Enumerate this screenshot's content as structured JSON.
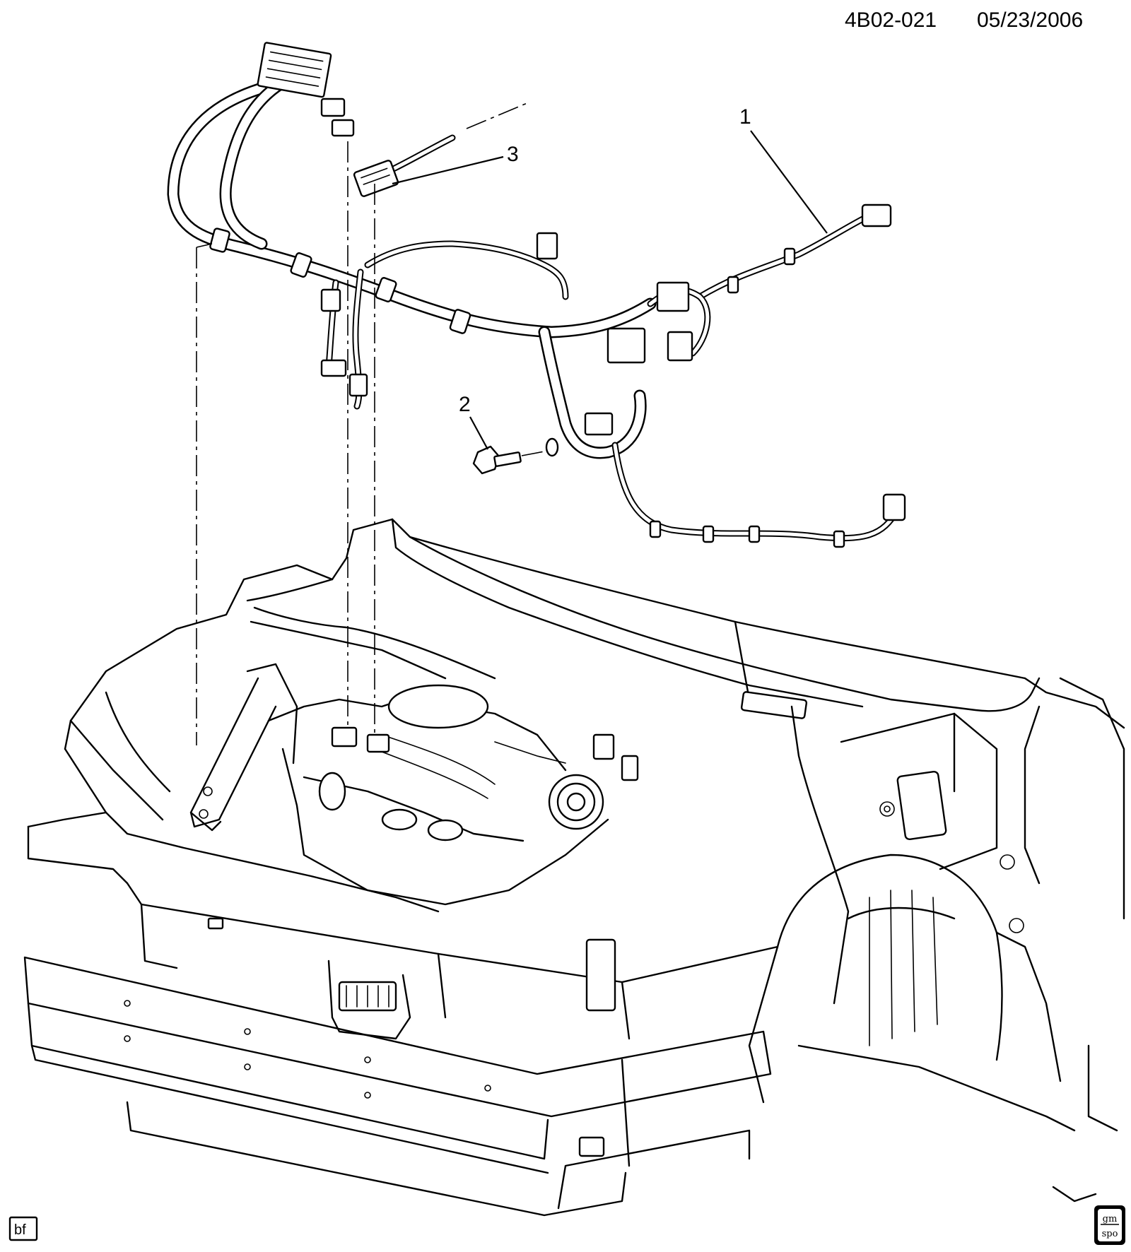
{
  "header": {
    "diagram_code": "4B02-021",
    "date": "05/23/2006"
  },
  "callouts": [
    {
      "number": "1"
    },
    {
      "number": "2"
    },
    {
      "number": "3"
    }
  ],
  "footer": {
    "initials": "bf",
    "logo_top": "gm",
    "logo_bottom": "spo"
  }
}
